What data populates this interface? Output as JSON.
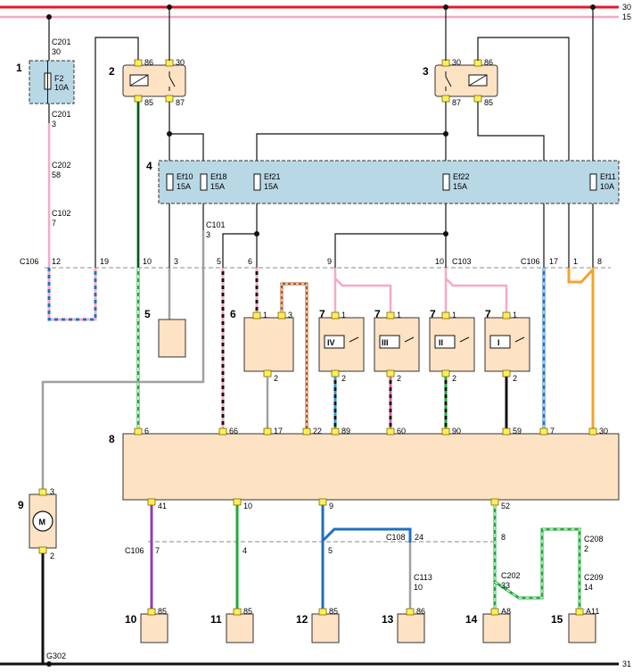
{
  "rails": [
    {
      "id": "30",
      "label": "30",
      "color": "#e8162b"
    },
    {
      "id": "15",
      "label": "15",
      "color": "#f5a8c8"
    },
    {
      "id": "31",
      "label": "31",
      "color": "#111111"
    }
  ],
  "components": {
    "c1": "1",
    "c2": "2",
    "c3": "3",
    "c4": "4",
    "c5": "5",
    "c6": "6",
    "c7a": "7",
    "c7b": "7",
    "c7c": "7",
    "c7d": "7",
    "c8": "8",
    "c9": "9",
    "c10": "10",
    "c11": "11",
    "c12": "12",
    "c13": "13",
    "c14": "14",
    "c15": "15"
  },
  "fuses": [
    {
      "id": "f2",
      "name": "F2",
      "rating": "10A"
    },
    {
      "id": "ef10",
      "name": "Ef10",
      "rating": "15A"
    },
    {
      "id": "ef18",
      "name": "Ef18",
      "rating": "15A"
    },
    {
      "id": "ef21",
      "name": "Ef21",
      "rating": "15A"
    },
    {
      "id": "ef22",
      "name": "Ef22",
      "rating": "15A"
    },
    {
      "id": "ef11",
      "name": "Ef11",
      "rating": "10A"
    }
  ],
  "relay_pins": {
    "r2_86": "86",
    "r2_30": "30",
    "r2_85": "85",
    "r2_87": "87",
    "r3_30": "30",
    "r3_86": "86",
    "r3_87": "87",
    "r3_85": "85"
  },
  "relay_speeds": [
    "IV",
    "III",
    "II",
    "I"
  ],
  "motor_symbol": "M",
  "connectors": {
    "C201a": "C201",
    "C201a_pin": "30",
    "C201b": "C201",
    "C201b_pin": "3",
    "C202a": "C202",
    "C202a_pin": "58",
    "C102": "C102",
    "C102_pin": "7",
    "C101": "C101",
    "C101_pin": "3",
    "C106a": "C106",
    "C103": "C103",
    "C106b": "C106",
    "C106c": "C106",
    "C106c_pin": "7",
    "C108": "C108",
    "C108_pin": "24",
    "C113": "C113",
    "C113_pin": "10",
    "C202b": "C202",
    "C202b_pin": "33",
    "C208": "C208",
    "C208_pin": "2",
    "C209": "C209",
    "C209_pin": "14",
    "G302": "G302"
  },
  "pin_labels": {
    "h12": "12",
    "h19": "19",
    "h10": "10",
    "h3": "3",
    "h5": "5",
    "h6": "6",
    "h9": "9",
    "h10b": "10",
    "h17": "17",
    "h1": "1",
    "h8": "8",
    "p6_1": "1",
    "p6_3": "3",
    "p6_2": "2",
    "p7a_1": "1",
    "p7a_2": "2",
    "p7b_1": "1",
    "p7b_2": "2",
    "p7c_1": "1",
    "p7c_2": "2",
    "p7d_1": "1",
    "p7d_2": "2",
    "m8_6": "6",
    "m8_66": "66",
    "m8_17": "17",
    "m8_22": "22",
    "m8_89": "89",
    "m8_60": "60",
    "m8_90": "90",
    "m8_59": "59",
    "m8_7": "7",
    "m8_30": "30",
    "m8_41": "41",
    "m8_10": "10",
    "m8_9": "9",
    "m8_52": "52",
    "m9_3": "3",
    "m9_2": "2",
    "l4": "4",
    "l5": "5",
    "l8": "8",
    "b10": "85",
    "b11": "85",
    "b12": "85",
    "b13": "86",
    "b14": "A8",
    "b15": "A11"
  },
  "wire_colors": {
    "red": "#e8162b",
    "pink": "#f5a8c8",
    "black": "#111111",
    "gray": "#a0a0a0",
    "green": "#1faa3a",
    "blue": "#1f6fc0",
    "purple": "#8e3fb0",
    "orange": "#f5a230",
    "brown": "#b05a28",
    "white": "#ffffff"
  }
}
